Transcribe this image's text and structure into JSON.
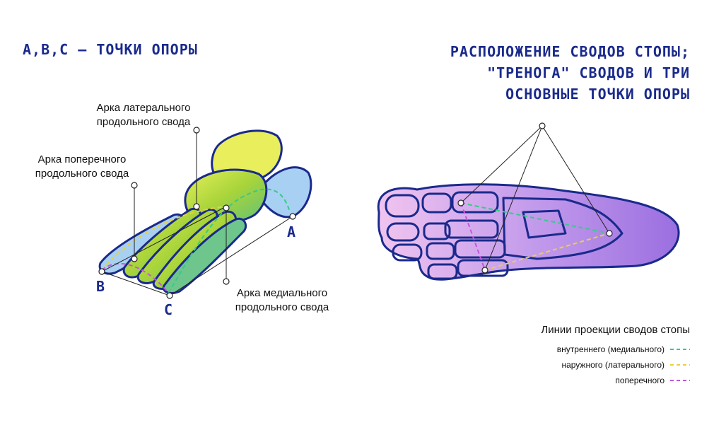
{
  "titles": {
    "left": "A,B,C – точки опоры",
    "right_lines": [
      "Расположение сводов стопы;",
      "\"тренога\" сводов и три",
      "основные точки опоры"
    ]
  },
  "callouts": {
    "lateral": "Арка латерального продольного свода",
    "transverse": "Арка поперечного продольного свода",
    "medial": "Арка медиального продольного свода"
  },
  "points": {
    "a": "A",
    "b": "B",
    "c": "C"
  },
  "legend": {
    "title": "Линии проекции сводов стопы",
    "items": [
      {
        "label": "внутреннего (медиального)",
        "color": "#38c98a"
      },
      {
        "label": "наружного (латерального)",
        "color": "#e8d23a"
      },
      {
        "label": "поперечного",
        "color": "#c356e0"
      }
    ]
  },
  "colors": {
    "ink": "#1a2a8c",
    "foot_green": "#b5dc3a",
    "foot_blue": "#9cc8f0",
    "foot_purple": "#b98ee6"
  }
}
